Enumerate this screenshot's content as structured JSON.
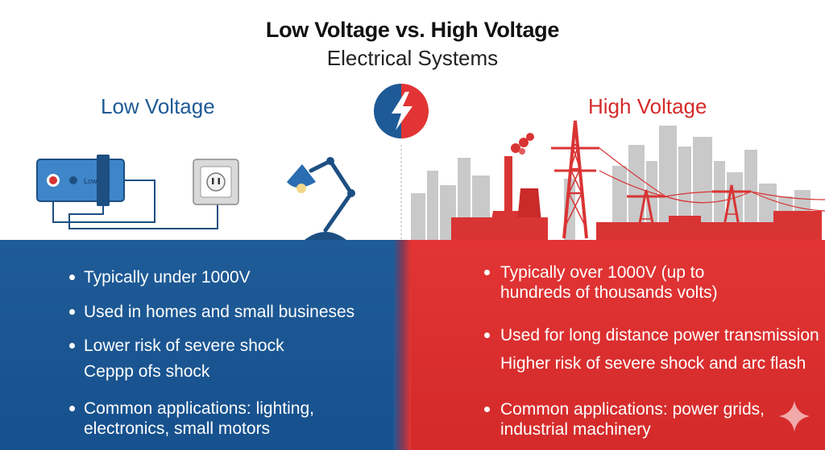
{
  "header": {
    "title": "Low Voltage vs. High Voltage",
    "subtitle": "Electrical Systems"
  },
  "low": {
    "title": "Low Voltage",
    "device_label": "Low",
    "color": "#1e5a96",
    "points": [
      "Typically under 1000V",
      "Used in homes and small busineses",
      "Lower risk of severe shock",
      "Ceppp ofs shock",
      "Common applications: lighting,",
      "electronics, small motors"
    ]
  },
  "high": {
    "title": "High Voltage",
    "color": "#d42b2b",
    "points": [
      "Typically over 1000V (up to",
      "hundreds of thousands volts)",
      "Used for long distance power transmission",
      "Higher risk of severe shock and arc flash",
      "Common applications:  power grids,",
      "industrial machinery"
    ]
  },
  "icons": {
    "center_badge": "lightning-bolt-icon",
    "low_illustrations": [
      "power-supply-icon",
      "wall-outlet-icon",
      "desk-lamp-icon"
    ],
    "high_illustrations": [
      "city-skyline-icon",
      "power-plant-icon",
      "transmission-tower-icon"
    ],
    "corner": "sparkle-icon"
  }
}
